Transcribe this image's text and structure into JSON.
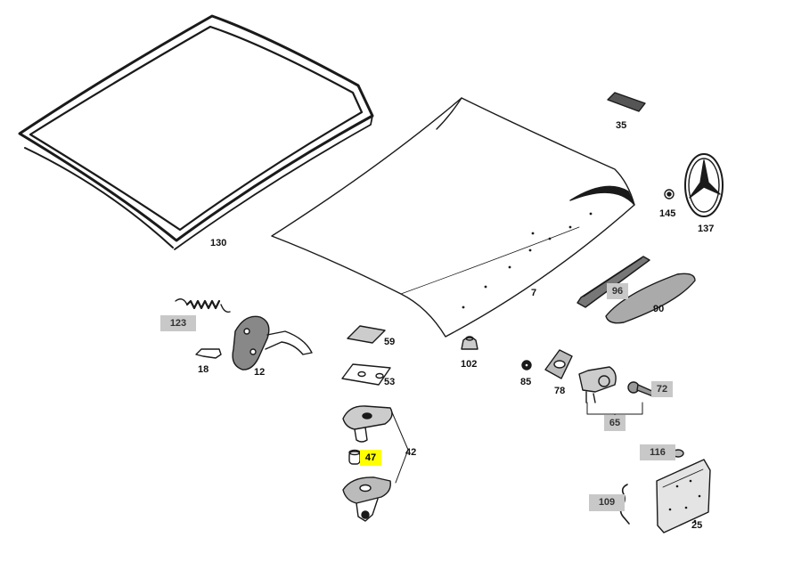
{
  "colors": {
    "background": "#ffffff",
    "line": "#1a1a1a",
    "callout_gray": "#c8c8c8",
    "callout_highlight": "#ffff00"
  },
  "labels": {
    "p130": "130",
    "p7": "7",
    "p35": "35",
    "p145": "145",
    "p137": "137",
    "p96": "96",
    "p90": "90",
    "p123": "123",
    "p18": "18",
    "p12": "12",
    "p59": "59",
    "p53": "53",
    "p42": "42",
    "p47": "47",
    "p102": "102",
    "p85": "85",
    "p78": "78",
    "p72": "72",
    "p65": "65",
    "p116": "116",
    "p109": "109",
    "p25": "25"
  }
}
